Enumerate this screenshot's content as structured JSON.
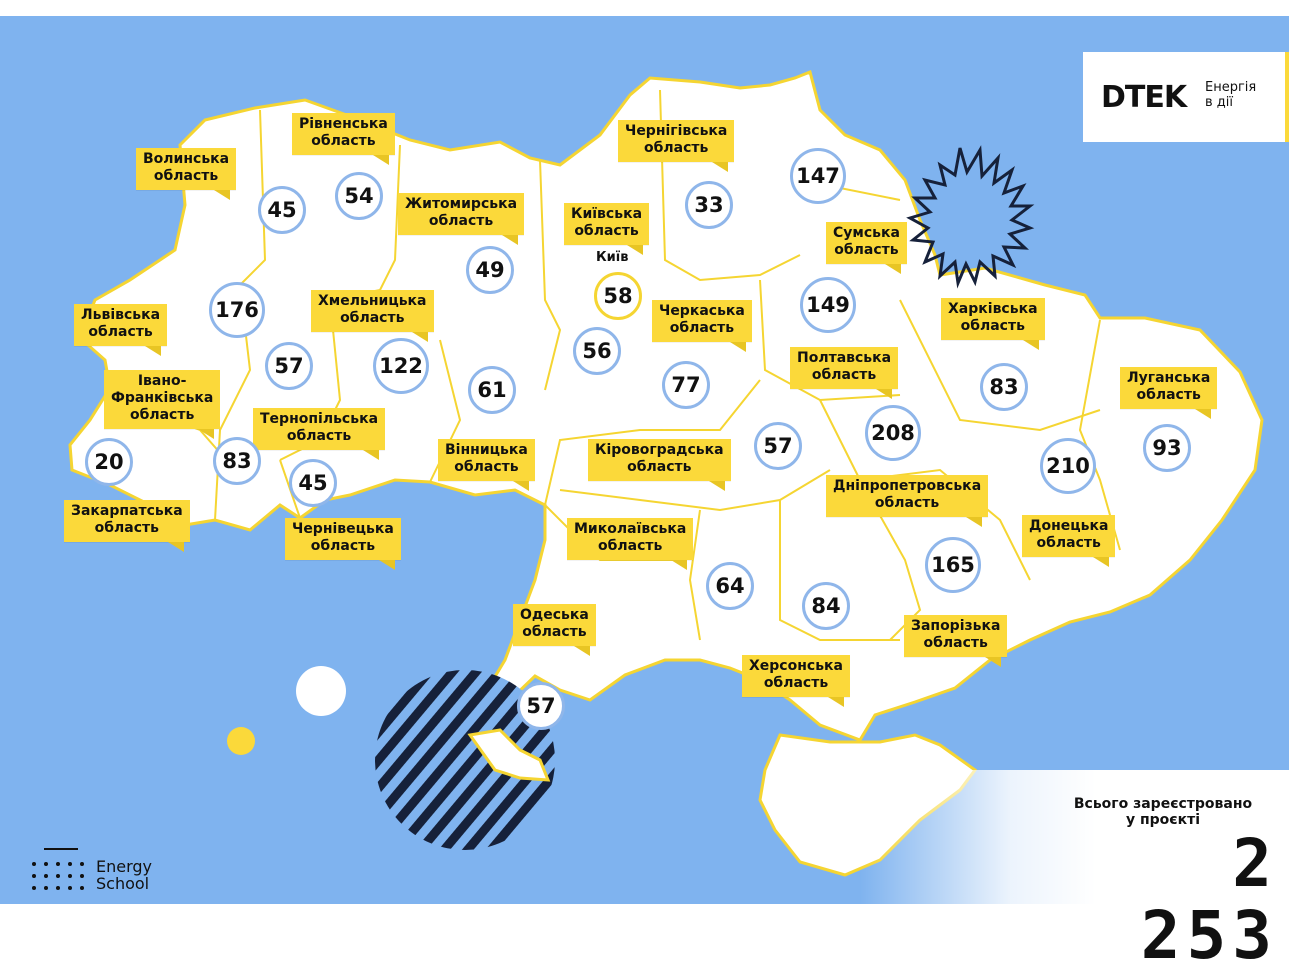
{
  "regions": [
    {
      "id": "volyn",
      "label": "Волинська\nобласть",
      "value": "45"
    },
    {
      "id": "rivne",
      "label": "Рівненська\nобласть",
      "value": "54"
    },
    {
      "id": "zhytomyr",
      "label": "Житомирська\nобласть",
      "value": "49"
    },
    {
      "id": "kyiv-oblast",
      "label": "Київська\nобласть",
      "value": "56"
    },
    {
      "id": "chernihiv",
      "label": "Чернігівська\nобласть",
      "value": "33"
    },
    {
      "id": "sumy",
      "label": "Сумська\nобласть",
      "value": "147"
    },
    {
      "id": "lviv",
      "label": "Львівська\nобласть",
      "value": "176"
    },
    {
      "id": "khmelnytskyi",
      "label": "Хмельницька\nобласть",
      "value": "122"
    },
    {
      "id": "ternopil",
      "label": "Тернопільська\nобласть",
      "value": "57"
    },
    {
      "id": "ivano-frankivsk",
      "label": "Івано-\nФранківська\nобласть",
      "value": "83"
    },
    {
      "id": "zakarpattia",
      "label": "Закарпатська\nобласть",
      "value": "20"
    },
    {
      "id": "chernivtsi",
      "label": "Чернівецька\nобласть",
      "value": "45"
    },
    {
      "id": "vinnytsia",
      "label": "Вінницька\nобласть",
      "value": "61"
    },
    {
      "id": "cherkasy",
      "label": "Черкаська\nобласть",
      "value": "77"
    },
    {
      "id": "poltava",
      "label": "Полтавська\nобласть",
      "value": "149"
    },
    {
      "id": "kharkiv",
      "label": "Харківська\nобласть",
      "value": "83"
    },
    {
      "id": "luhansk",
      "label": "Луганська\nобласть",
      "value": "93"
    },
    {
      "id": "kirovohrad",
      "label": "Кіровоградська\nобласть",
      "value": "57"
    },
    {
      "id": "dnipropetrovsk",
      "label": "Дніпропетровська\nобласть",
      "value": "208"
    },
    {
      "id": "donetsk",
      "label": "Донецька\nобласть",
      "value": "210"
    },
    {
      "id": "zaporizhzhia",
      "label": "Запорізька\nобласть",
      "value": "165"
    },
    {
      "id": "mykolaiv",
      "label": "Миколаївська\nобласть",
      "value": "64"
    },
    {
      "id": "kherson",
      "label": "Херсонська\nобласть",
      "value": "84"
    },
    {
      "id": "odesa",
      "label": "Одеська\nобласть",
      "value": "57"
    }
  ],
  "kyiv_city": {
    "label": "Київ",
    "value": "58"
  },
  "logo": {
    "mark": "DTEK",
    "tagline": "Енергія\nв дії"
  },
  "total": {
    "caption": "Всього зареєстровано\nу проєкті",
    "value": "2 253"
  },
  "school": {
    "name": "Energy\nSchool"
  },
  "colors": {
    "sea": "#7fb3ef",
    "land": "#ffffff",
    "border": "#f5d532",
    "label_bg": "#fbd93a",
    "circle_border": "#8fb6ea",
    "text": "#111111"
  }
}
